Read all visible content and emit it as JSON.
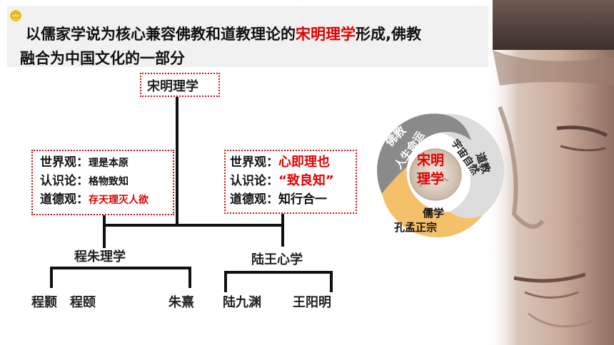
{
  "title": {
    "line1_pre": "以儒家学说为核心兼容佛教和道教理论的",
    "line1_highlight": "宋明理学",
    "line1_post": "形成,佛教",
    "line2": "融合为中国文化的一部分",
    "icon": "crown-icon",
    "highlight_color": "#e10000"
  },
  "tree": {
    "root": "宋明理学",
    "left_branch": {
      "worldview_label": "世界观：",
      "worldview_value": "理是本原",
      "epistemology_label": "认识论：",
      "epistemology_value": "格物致知",
      "ethics_label": "道德观：",
      "ethics_value": "存天理灭人欲",
      "school": "程朱理学",
      "people": [
        "程颢",
        "程颐",
        "朱熹"
      ]
    },
    "right_branch": {
      "worldview_label": "世界观：",
      "worldview_value": "心即理也",
      "epistemology_label": "认识论：",
      "epistemology_value": "“致良知”",
      "ethics_label": "道德观：",
      "ethics_value": "知行合一",
      "school": "陆王心学",
      "people": [
        "陆九渊",
        "王阳明"
      ]
    }
  },
  "wheel": {
    "center": [
      "宋明",
      "理学"
    ],
    "buddhism": [
      "佛教",
      "人生命运"
    ],
    "taoism": [
      "道教",
      "宇宙自然"
    ],
    "confucianism": [
      "儒学",
      "孔孟正宗"
    ]
  }
}
